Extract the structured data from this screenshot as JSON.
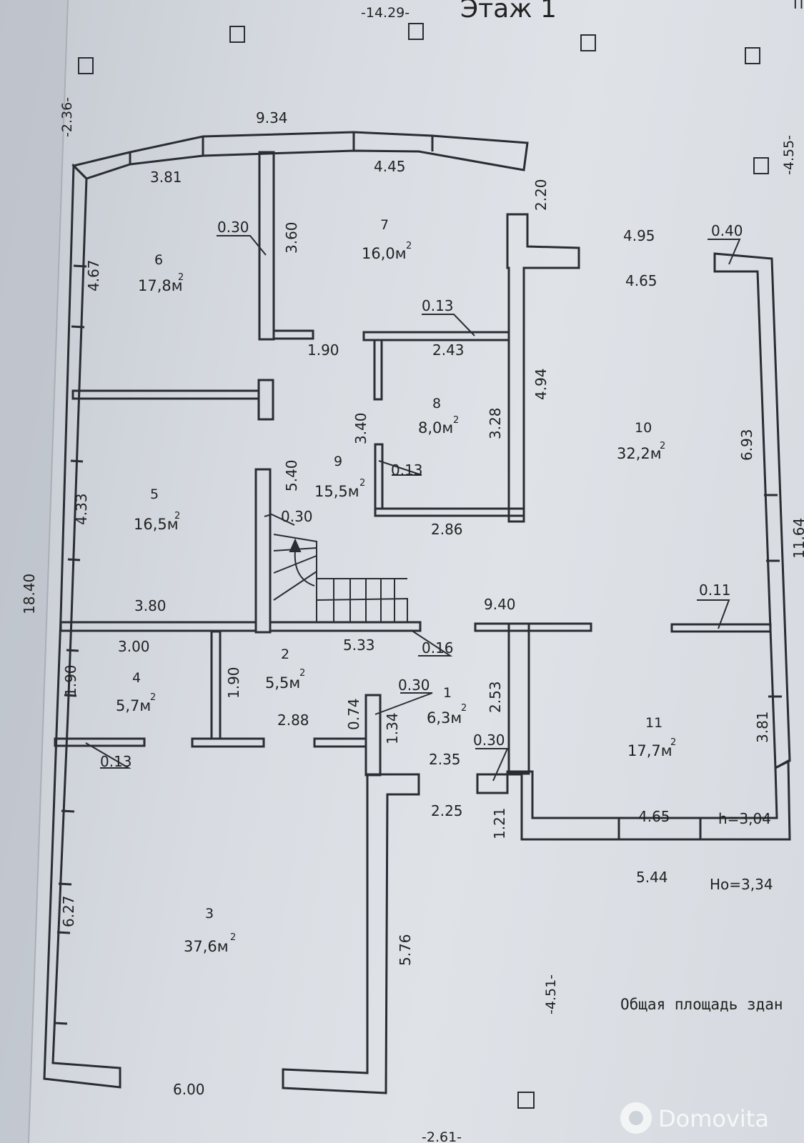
{
  "title": "Этаж 1",
  "title_partial": "Эт",
  "corner_text": "Пр",
  "total_area_label": "Общая площадь здан",
  "height_inner": "h=3,04",
  "height_outer": "Но=3,34",
  "watermark": "Domovita",
  "area_unit_sup": "2",
  "rooms": [
    {
      "num": "1",
      "area": "6,3м"
    },
    {
      "num": "2",
      "area": "5,5м"
    },
    {
      "num": "3",
      "area": "37,6м"
    },
    {
      "num": "4",
      "area": "5,7м"
    },
    {
      "num": "5",
      "area": "16,5м"
    },
    {
      "num": "6",
      "area": "17,8м"
    },
    {
      "num": "7",
      "area": "16,0м"
    },
    {
      "num": "8",
      "area": "8,0м"
    },
    {
      "num": "9",
      "area": "15,5м"
    },
    {
      "num": "10",
      "area": "32,2м"
    },
    {
      "num": "11",
      "area": "17,7м"
    }
  ],
  "dims": {
    "top_overall": "-14.29-",
    "top_wall": "9.34",
    "r6_width": "3.81",
    "r7_width": "4.45",
    "d_220": "2.20",
    "d_495": "4.95",
    "d_040": "0.40",
    "d_465_top": "4.65",
    "d_030_a": "0.30",
    "d_360": "3.60",
    "d_467": "4.67",
    "d_013_a": "0.13",
    "d_190_a": "1.90",
    "d_243": "2.43",
    "d_494": "4.94",
    "d_340": "3.40",
    "d_328": "3.28",
    "d_013_b": "0.13",
    "d_540": "5.40",
    "d_433": "4.33",
    "d_030_b": "0.30",
    "d_286": "2.86",
    "d_693": "6.93",
    "d_1164": "11.64",
    "d_1840": "18.40",
    "d_380": "3.80",
    "d_940": "9.40",
    "d_011": "0.11",
    "d_300": "3.00",
    "d_533": "5.33",
    "d_016": "0.16",
    "d_190_b": "1.90",
    "d_190_c": "1.90",
    "d_288": "2.88",
    "d_074": "0.74",
    "d_030_c": "0.30",
    "d_134": "1.34",
    "d_253": "2.53",
    "d_381_r": "3.81",
    "d_013_c": "0.13",
    "d_235": "2.35",
    "d_030_d": "0.30",
    "d_225": "2.25",
    "d_121": "1.21",
    "d_465_bot": "4.65",
    "d_544": "5.44",
    "d_627": "6.27",
    "d_576": "5.76",
    "d_451": "-4.51-",
    "d_600": "6.00",
    "d_261": "-2.61-",
    "d_236": "-2.36-",
    "d_455": "-4.55-"
  }
}
